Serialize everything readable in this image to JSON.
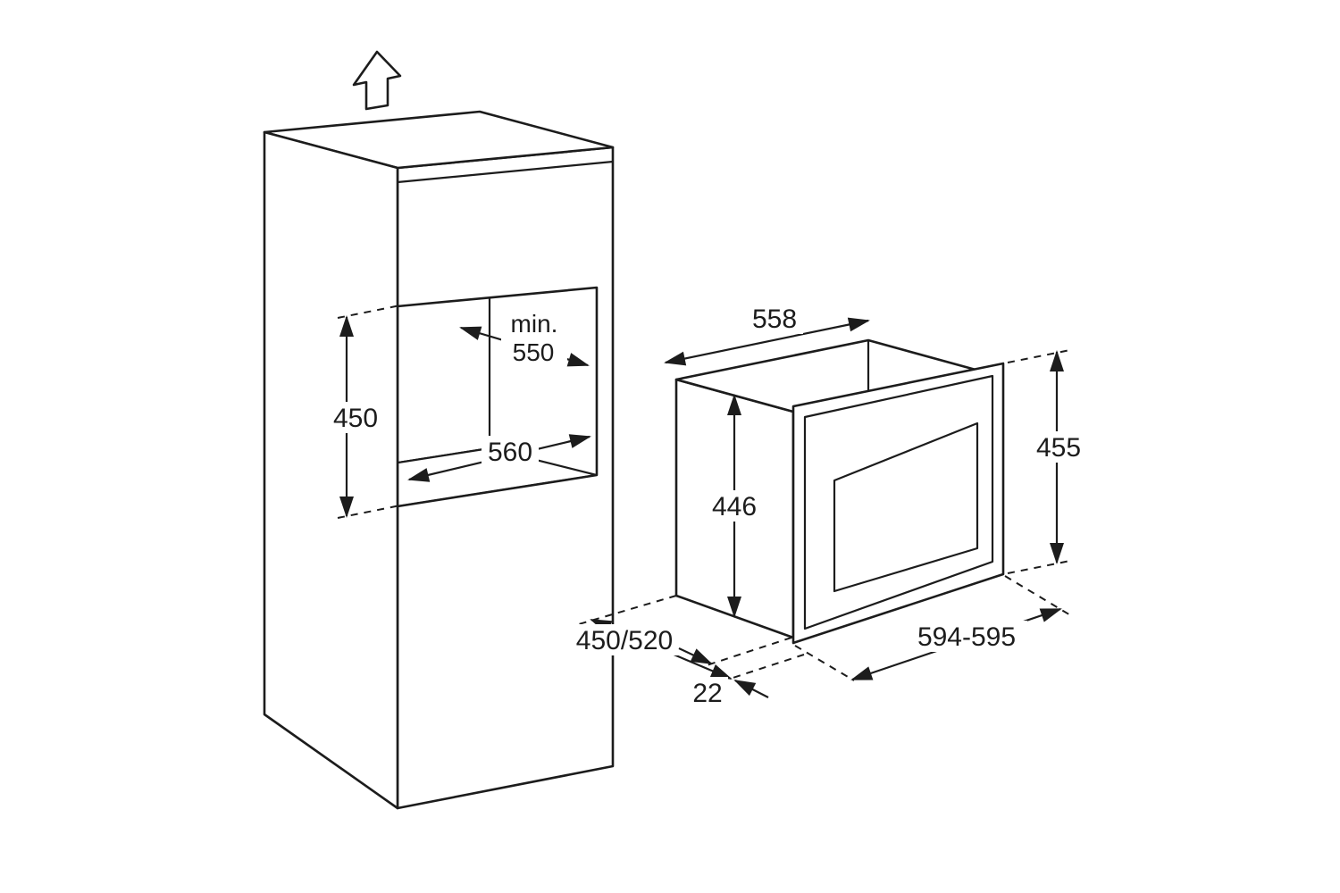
{
  "figure": {
    "type": "appliance installation diagram",
    "icons": {
      "direction": "up-arrow"
    },
    "colors": {
      "line": "#1c1c1c",
      "background": "#ffffff"
    },
    "dims": {
      "niche_depth_prefix": "min.",
      "niche_depth": "550",
      "niche_height": "450",
      "niche_width": "560",
      "cabinet_depth": "450/520",
      "body_width": "558",
      "body_height": "446",
      "front_height": "455",
      "front_width": "594-595",
      "front_overhang": "22"
    }
  }
}
